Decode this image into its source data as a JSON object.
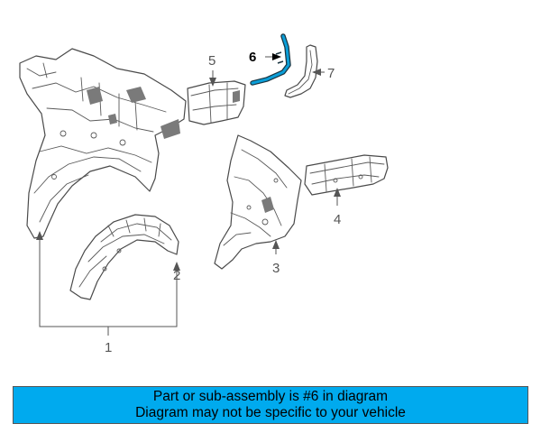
{
  "colors": {
    "banner_bg": "#00aaee",
    "highlight_part": "#0a9ed8",
    "line": "#4a4a4a",
    "label": "#555555"
  },
  "callouts": {
    "c1": "1",
    "c2": "2",
    "c3": "3",
    "c4": "4",
    "c5": "5",
    "c6": "6",
    "c7": "7"
  },
  "banner": {
    "line1": "Part or sub-assembly is #6 in diagram",
    "line2": "Diagram may not be specific to your vehicle"
  }
}
